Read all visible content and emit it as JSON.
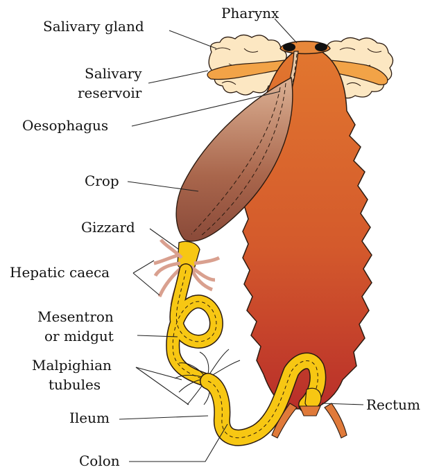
{
  "labels": {
    "pharynx": "Pharynx",
    "salivary_gland": "Salivary gland",
    "salivary_reservoir_1": "Salivary",
    "salivary_reservoir_2": "reservoir",
    "oesophagus": "Oesophagus",
    "crop": "Crop",
    "gizzard": "Gizzard",
    "hepatic_caeca": "Hepatic caeca",
    "mesentron_1": "Mesentron",
    "mesentron_2": "or midgut",
    "malpighian_1": "Malpighian",
    "malpighian_2": "tubules",
    "ileum": "Ileum",
    "colon": "Colon",
    "rectum": "Rectum"
  },
  "colors": {
    "body_top": "#e2772f",
    "body_bottom": "#b92f2a",
    "crop_top": "#d8ab8c",
    "crop_bottom": "#8e4e3d",
    "gut_yellow": "#f7c713",
    "salivary_gland": "#fce7c2",
    "salivary_reservoir": "#f2a347",
    "caeca": "#d9a08f",
    "outline": "#2a1a10"
  }
}
